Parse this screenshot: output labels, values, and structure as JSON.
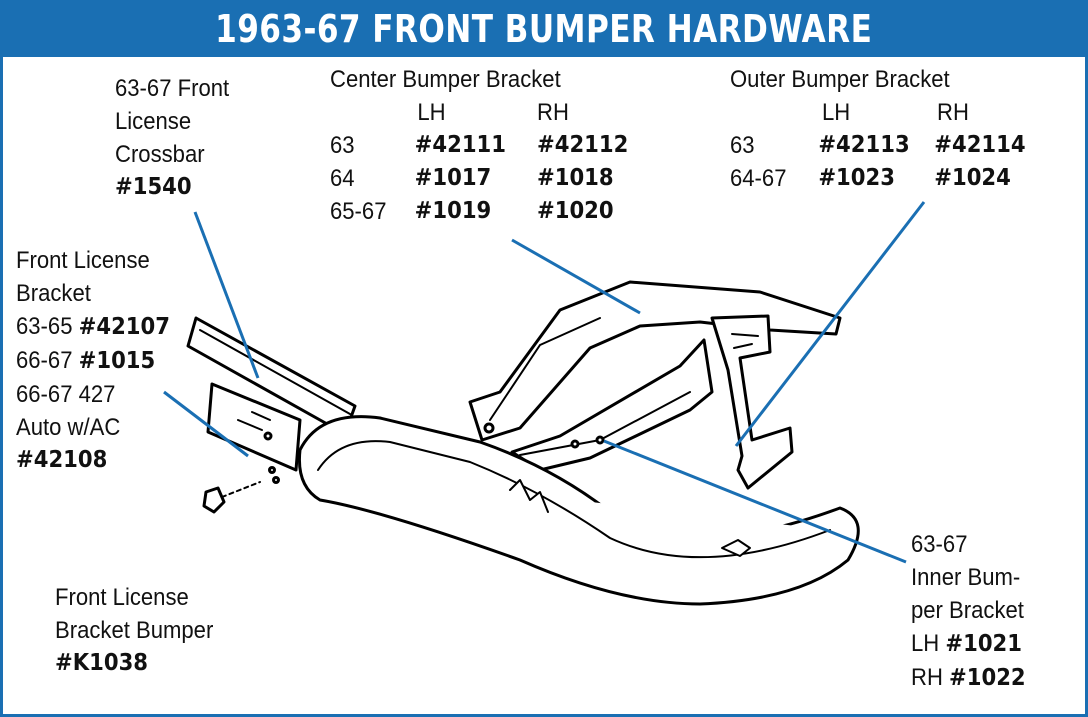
{
  "title": "1963-67 FRONT BUMPER HARDWARE",
  "colors": {
    "accent": "#1a6fb3",
    "leader": "#1a6fb3",
    "ink": "#111111"
  },
  "crossbar": {
    "l1": "63-67 Front",
    "l2": "License",
    "l3": "Crossbar",
    "part": "#1540"
  },
  "license_bracket": {
    "l1": "Front License",
    "l2": "Bracket",
    "r1_yr": "63-65",
    "r1_part": "#42107",
    "r2_yr": "66-67",
    "r2_part": "#1015",
    "r3": "66-67 427",
    "r4": "Auto w/AC",
    "r3_part": "#42108"
  },
  "center_bracket": {
    "title": "Center Bumper Bracket",
    "lh": "LH",
    "rh": "RH",
    "rows": [
      {
        "year": "63",
        "lh": "#42111",
        "rh": "#42112"
      },
      {
        "year": "64",
        "lh": "#1017",
        "rh": "#1018"
      },
      {
        "year": "65-67",
        "lh": "#1019",
        "rh": "#1020"
      }
    ]
  },
  "outer_bracket": {
    "title": "Outer Bumper Bracket",
    "lh": "LH",
    "rh": "RH",
    "rows": [
      {
        "year": "63",
        "lh": "#42113",
        "rh": "#42114"
      },
      {
        "year": "64-67",
        "lh": "#1023",
        "rh": "#1024"
      }
    ]
  },
  "inner_bracket": {
    "l1": "63-67",
    "l2": "Inner Bum-",
    "l3": "per Bracket",
    "lh_lbl": "LH",
    "lh_part": "#1021",
    "rh_lbl": "RH",
    "rh_part": "#1022"
  },
  "bumper": {
    "l1": "Front License",
    "l2": "Bracket Bumper",
    "part": "#K1038"
  }
}
